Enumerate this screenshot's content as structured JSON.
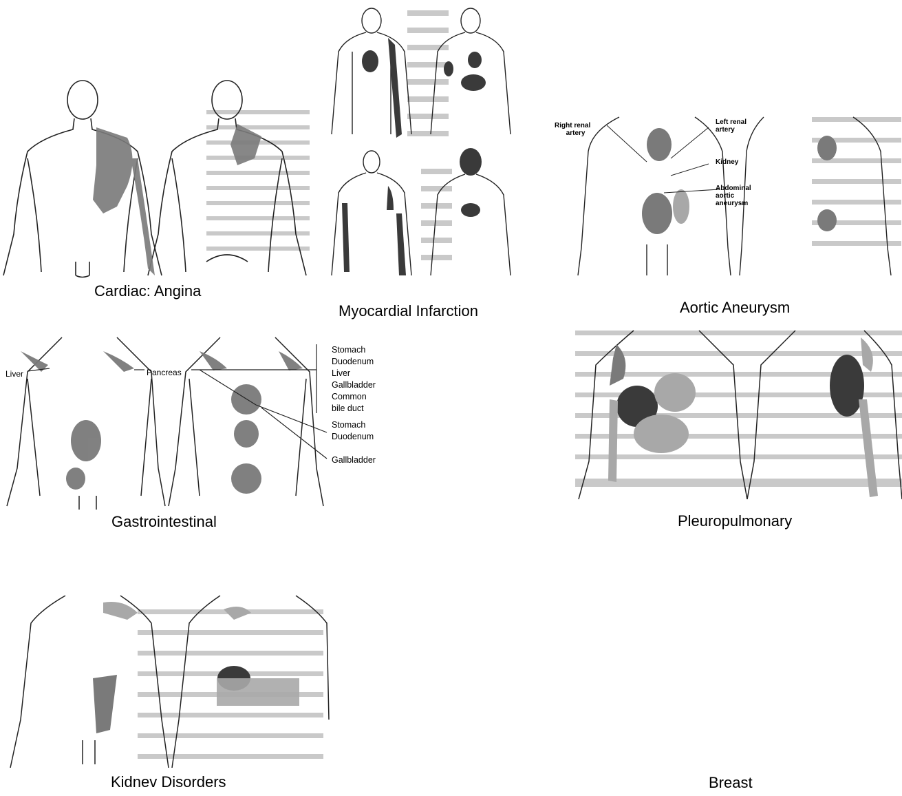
{
  "captions": {
    "angina": "Cardiac: Angina",
    "mi": "Myocardial Infarction",
    "aortic": "Aortic Aneurysm",
    "gi": "Gastrointestinal",
    "pleuro": "Pleuropulmonary",
    "kidney": "Kidnev Disorders",
    "breast": "Breast"
  },
  "aortic_labels": {
    "right_renal": "Right renal\n      artery",
    "left_renal": "Left renal\nartery",
    "kidney": "Kidney",
    "abdominal": "Abdominal\naortic\naneurysm"
  },
  "gi_labels": {
    "liver": "Liver",
    "pancreas": "Pancreas",
    "group1": [
      "Stomach",
      "Duodenum",
      "Liver",
      "Gallbladder",
      "Common",
      "bile duct"
    ],
    "group2": [
      "Stomach",
      "Duodenum"
    ],
    "gallbladder": "Gallbladder"
  },
  "colors": {
    "dark_shade": "#3a3a3a",
    "mid_shade": "#7a7a7a",
    "light_shade": "#a8a8a8",
    "outline": "#222222"
  }
}
